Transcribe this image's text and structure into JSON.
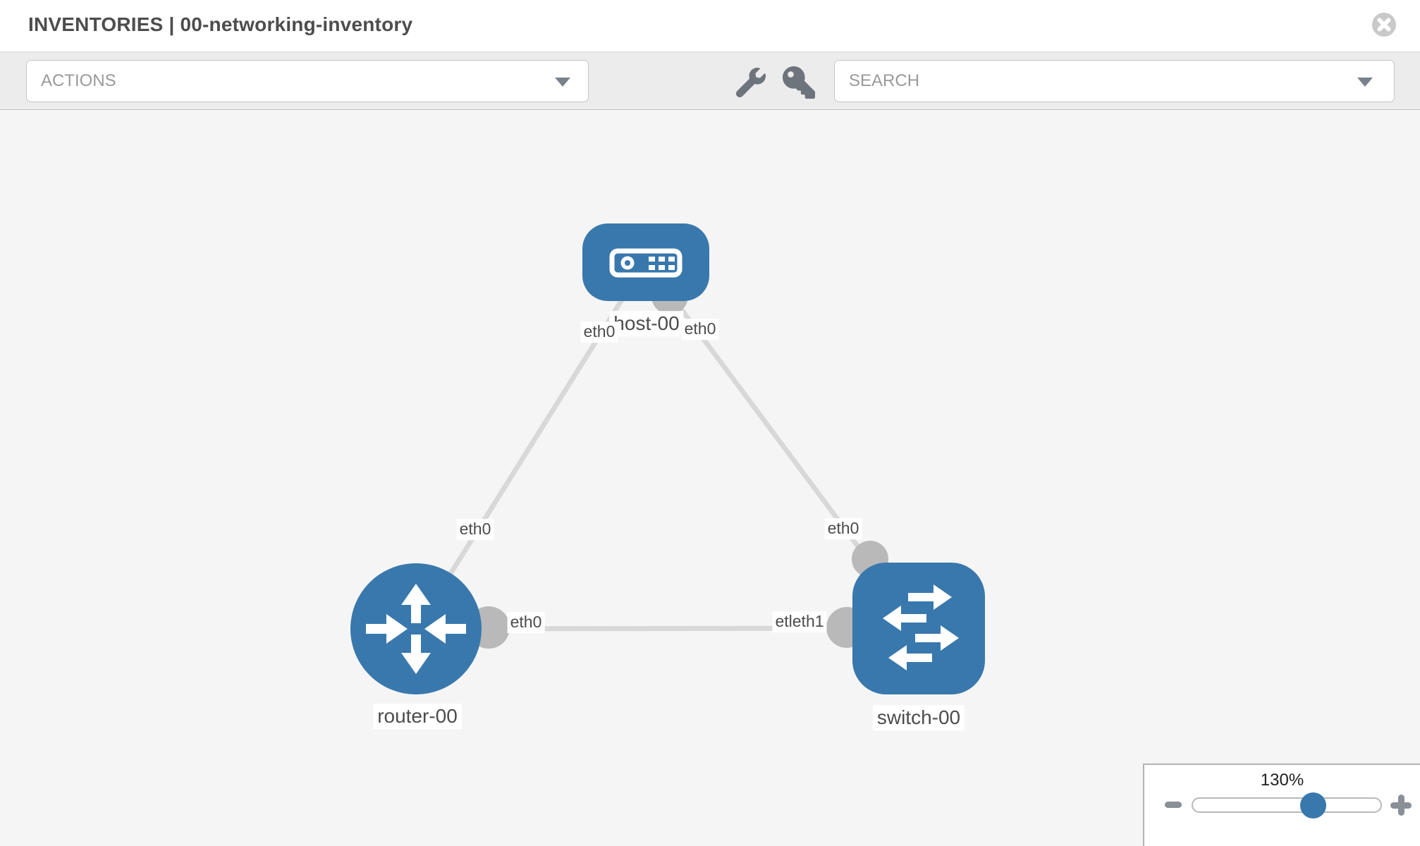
{
  "header": {
    "title": "INVENTORIES | 00-networking-inventory"
  },
  "toolbar": {
    "actions_label": "ACTIONS",
    "search_placeholder": "SEARCH",
    "icons": [
      "wrench-icon",
      "key-icon"
    ]
  },
  "topology": {
    "nodes": [
      {
        "id": "host-00",
        "type": "host",
        "label": "host-00"
      },
      {
        "id": "router-00",
        "type": "router",
        "label": "router-00"
      },
      {
        "id": "switch-00",
        "type": "switch",
        "label": "switch-00"
      }
    ],
    "links": [
      {
        "source": "router-00",
        "target": "host-00"
      },
      {
        "source": "host-00",
        "target": "switch-00"
      },
      {
        "source": "router-00",
        "target": "switch-00"
      }
    ],
    "interface_labels": [
      {
        "text": "eth0",
        "near": "host-00-left"
      },
      {
        "text": "eth0",
        "near": "host-00-right"
      },
      {
        "text": "eth0",
        "near": "router-00-top"
      },
      {
        "text": "eth0",
        "near": "switch-00-top"
      },
      {
        "text": "eth0",
        "near": "router-00-right"
      },
      {
        "text": "etleth1",
        "near": "switch-00-left"
      }
    ]
  },
  "zoom_control": {
    "value_label": "130%",
    "percent": 130
  },
  "colors": {
    "node_blue": "#3878ad",
    "link_gray": "#d8d8d8",
    "port_gray": "#b9b9b9",
    "canvas_bg": "#f5f5f5",
    "toolbar_bg": "#ececec",
    "icon_gray": "#6d747c"
  }
}
